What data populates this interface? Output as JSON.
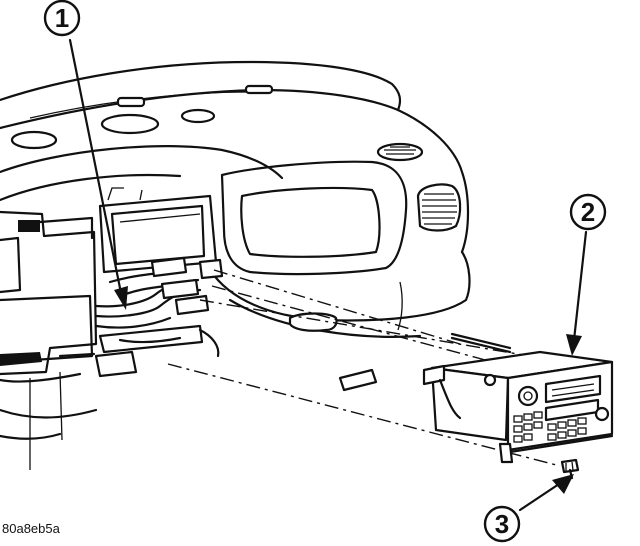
{
  "figure": {
    "id_code": "80a8eb5a",
    "callouts": [
      {
        "number": "1",
        "part": "wiring-harness-connectors"
      },
      {
        "number": "2",
        "part": "radio"
      },
      {
        "number": "3",
        "part": "mounting-screw"
      }
    ]
  },
  "colors": {
    "line": "#111111",
    "background": "#ffffff"
  }
}
